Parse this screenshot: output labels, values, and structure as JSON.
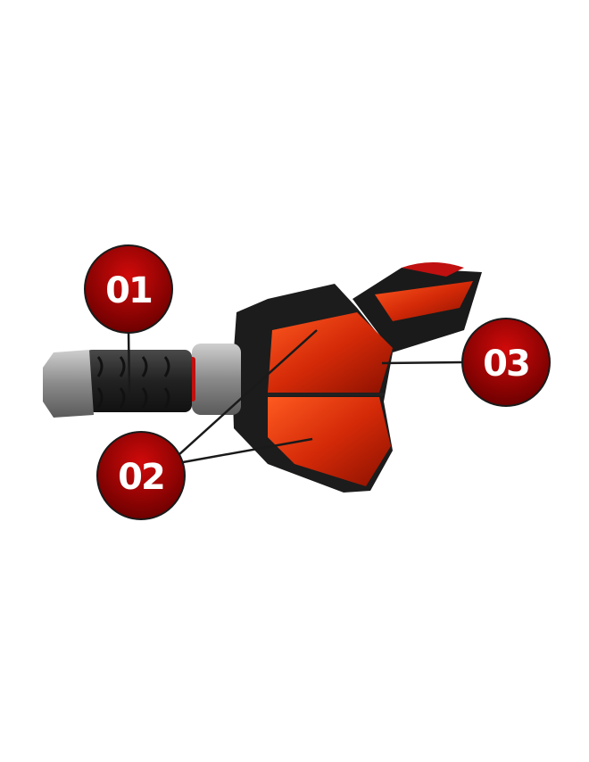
{
  "callouts": [
    {
      "label": "01"
    },
    {
      "label": "02"
    },
    {
      "label": "03"
    }
  ],
  "colors": {
    "badge": "#b00000",
    "badge_dark": "#6a0000",
    "plate": "#e83a10",
    "body": "#1c1c1c",
    "metal": "#9a9a9a"
  }
}
